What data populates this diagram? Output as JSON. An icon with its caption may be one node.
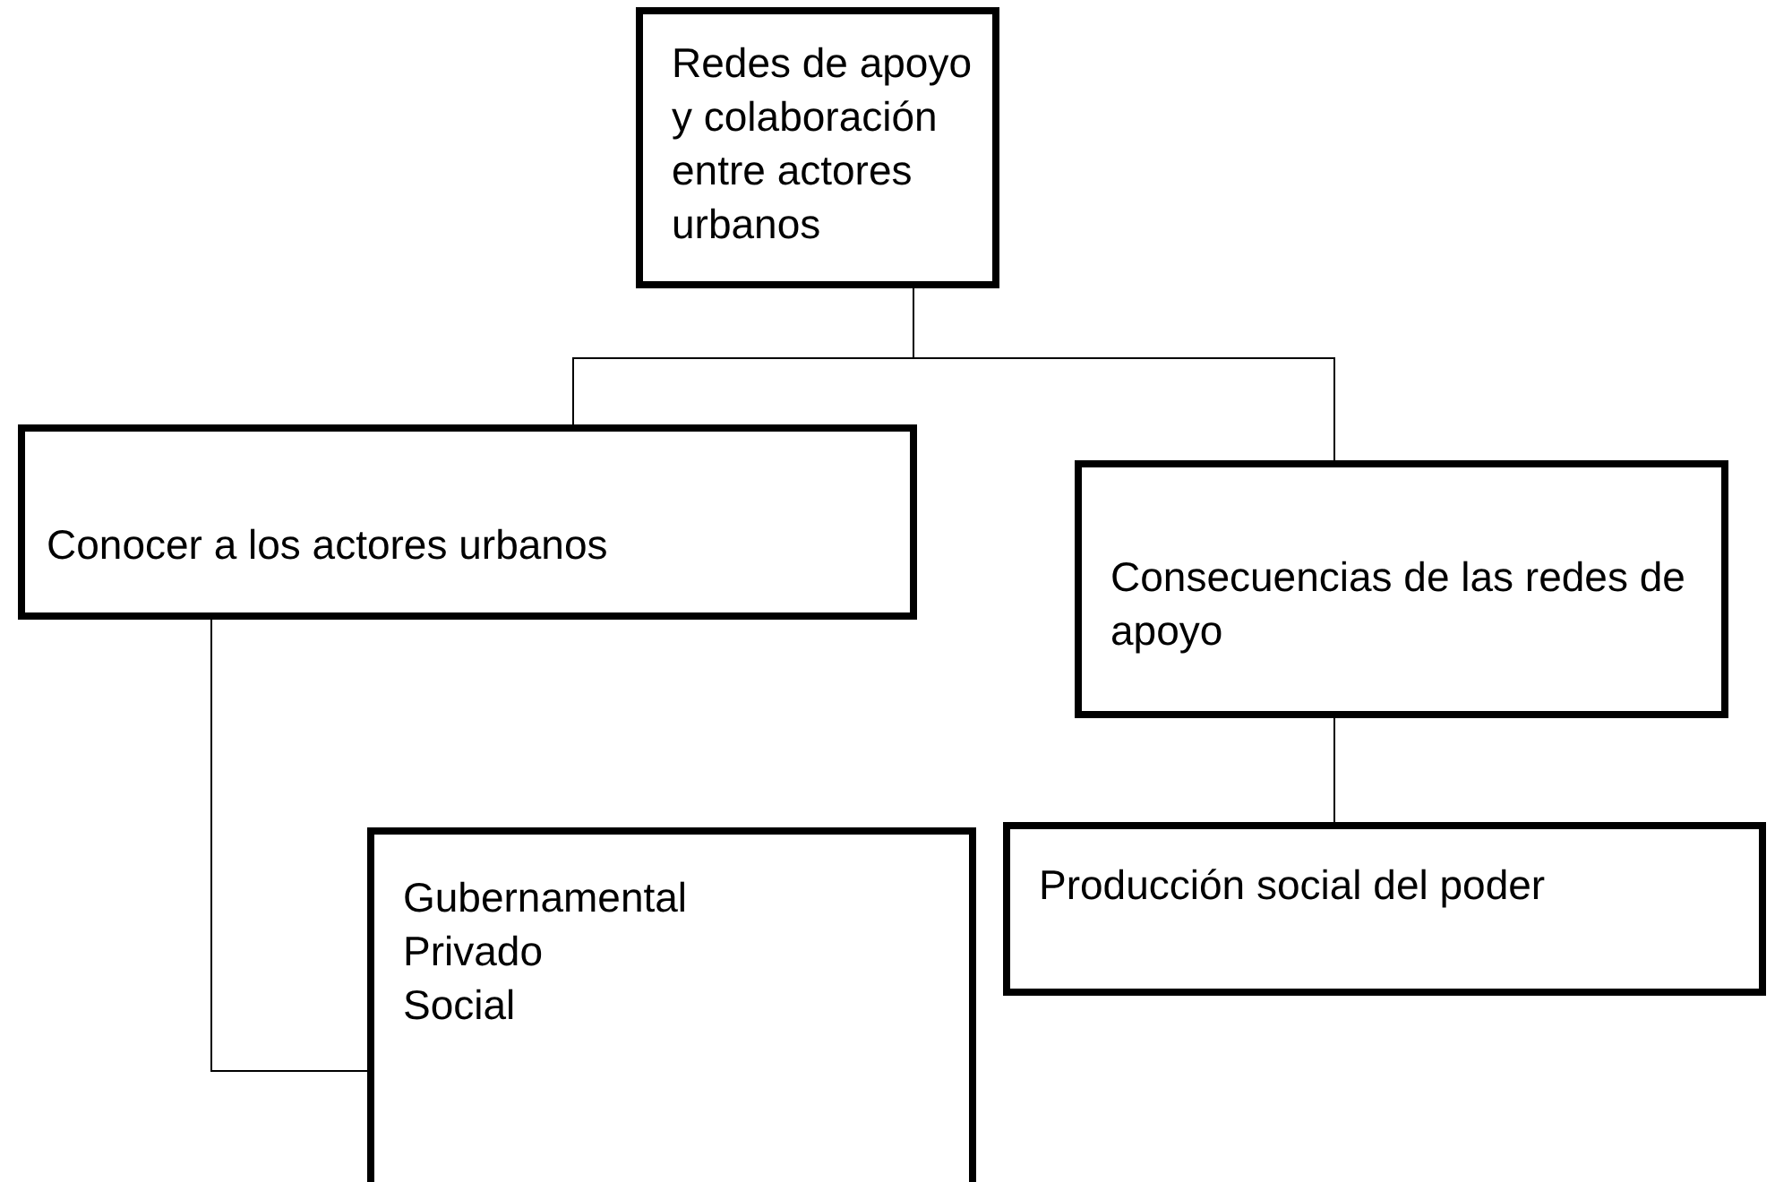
{
  "diagram": {
    "nodes": [
      {
        "text": [
          "Redes de apoyo y colaboración entre actores urbanos"
        ]
      },
      {
        "text": [
          "Conocer a los actores urbanos"
        ]
      },
      {
        "text": [
          "Consecuencias de las redes de apoyo"
        ]
      },
      {
        "text": [
          "Producción social del poder"
        ]
      },
      {
        "text": [
          "Gubernamental",
          "Privado",
          "Social"
        ]
      }
    ],
    "edges": [
      {
        "from": 0,
        "to": 1,
        "arrow": "none"
      },
      {
        "from": 0,
        "to": 2,
        "arrow": "none"
      },
      {
        "from": 2,
        "to": 3,
        "arrow": "none"
      },
      {
        "from": 1,
        "to": 4,
        "arrow": "none"
      }
    ]
  }
}
